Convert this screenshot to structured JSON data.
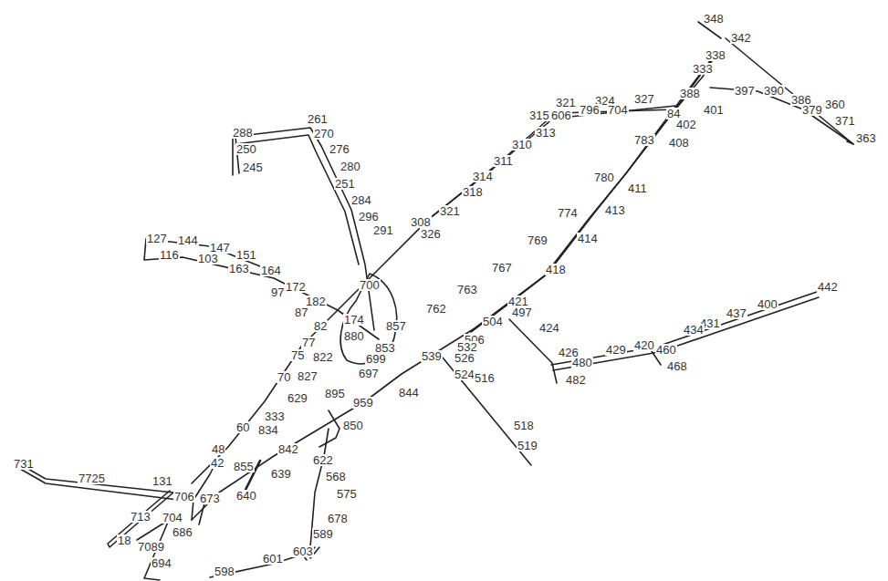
{
  "diagram": {
    "labels": [
      "348",
      "342",
      "338",
      "333",
      "397",
      "390",
      "386",
      "379",
      "360",
      "371",
      "363",
      "388",
      "401",
      "402",
      "84",
      "321",
      "324",
      "327",
      "796",
      "704",
      "315",
      "606",
      "313",
      "310",
      "783",
      "408",
      "311",
      "314",
      "318",
      "780",
      "411",
      "413",
      "321",
      "308",
      "326",
      "774",
      "414",
      "769",
      "418",
      "767",
      "763",
      "762",
      "421",
      "497",
      "504",
      "424",
      "506",
      "442",
      "400",
      "437",
      "431",
      "434",
      "429",
      "420",
      "460",
      "468",
      "426",
      "480",
      "482",
      "532",
      "526",
      "539",
      "524",
      "516",
      "518",
      "519",
      "261",
      "270",
      "276",
      "280",
      "251",
      "284",
      "296",
      "291",
      "288",
      "250",
      "245",
      "127",
      "144",
      "116",
      "147",
      "103",
      "151",
      "163",
      "164",
      "97",
      "172",
      "182",
      "87",
      "700",
      "174",
      "82",
      "880",
      "853",
      "857",
      "77",
      "75",
      "822",
      "699",
      "697",
      "70",
      "827",
      "844",
      "895",
      "959",
      "333",
      "60",
      "834",
      "842",
      "850",
      "48",
      "42",
      "855",
      "639",
      "622",
      "568",
      "575",
      "640",
      "673",
      "131",
      "706",
      "7725",
      "731",
      "704",
      "713",
      "686",
      "678",
      "589",
      "603",
      "601",
      "598",
      "7089",
      "694",
      "18",
      "629"
    ]
  }
}
